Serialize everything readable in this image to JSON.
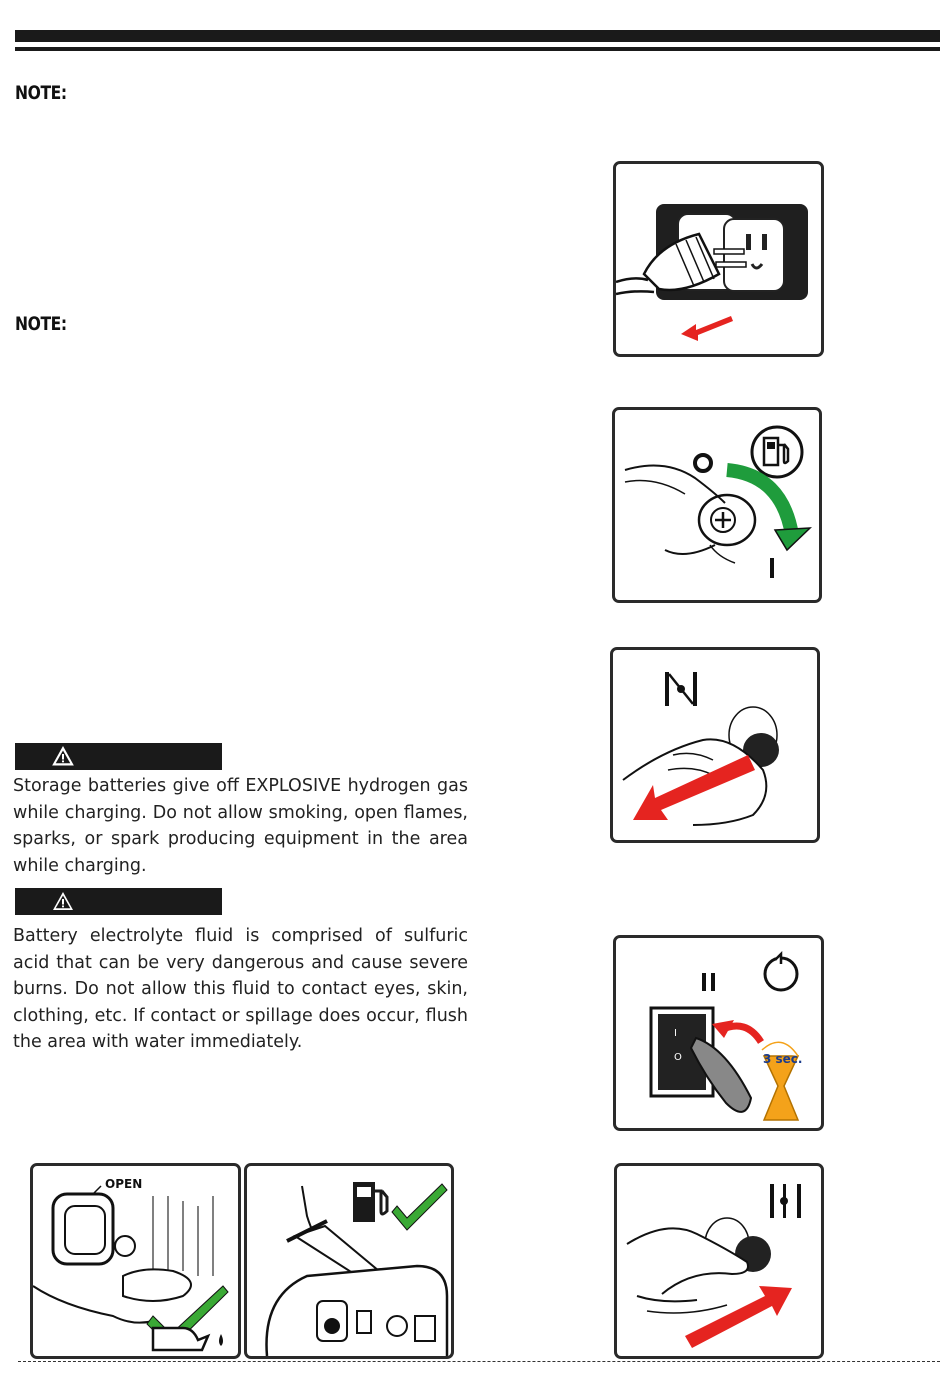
{
  "notes": {
    "note1": "NOTE:",
    "note2": "NOTE:"
  },
  "warnings": [
    {
      "text": "Storage batteries give off EXPLOSIVE hydrogen gas while charging. Do not  allow smoking, open flames, sparks, or spark producing equipment in the area while charging."
    },
    {
      "text": "Battery electrolyte fluid is comprised of sulfuric acid that can be very dangerous and cause severe burns. Do not allow this fluid to contact eyes, skin, clothing, etc. If contact or spillage does occur, flush the area with water immediately."
    }
  ],
  "figures": {
    "oil_panel_label": "OPEN",
    "timer_label": "3 sec.",
    "choke_symbol_closed": "|\\|",
    "choke_symbol_open": "|•|",
    "switch_symbol_off": "O",
    "switch_symbol_on": "I",
    "switch_symbol_start": "II"
  },
  "colors": {
    "arrow_red": "#e52420",
    "arrow_green": "#1f9c3c",
    "check_green": "#3aa935",
    "hourglass": "#f4a21a"
  }
}
